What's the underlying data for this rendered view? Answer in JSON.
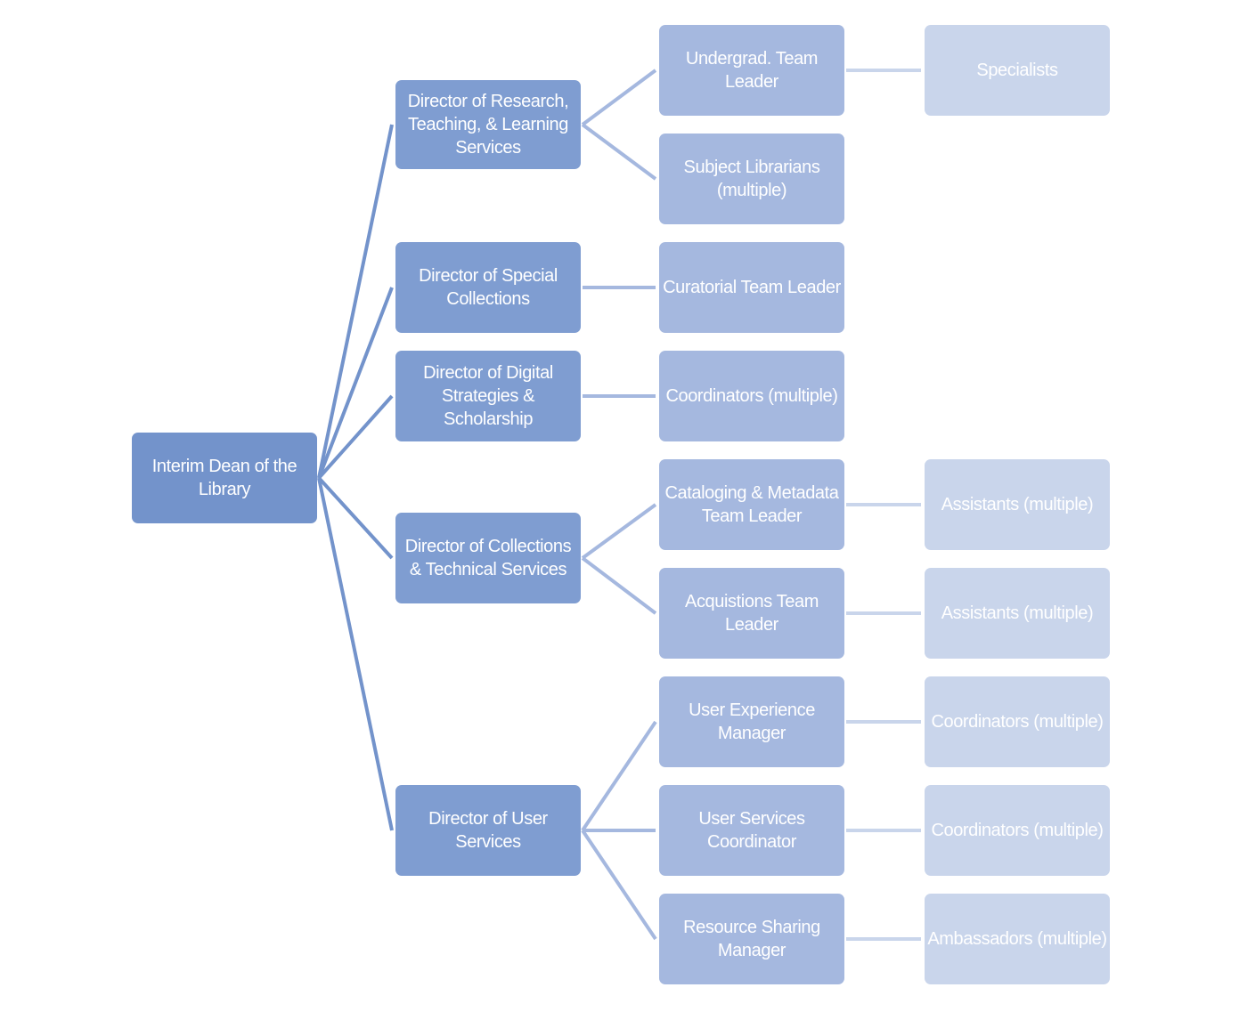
{
  "root": {
    "label": "Interim Dean of the Library"
  },
  "directors": [
    {
      "label": "Director of Research, Teaching, & Learning Services"
    },
    {
      "label": "Director of Special Collections"
    },
    {
      "label": "Director of Digital Strategies & Scholarship"
    },
    {
      "label": "Director of Collections & Technical Services"
    },
    {
      "label": "Director of User Services"
    }
  ],
  "teams": [
    {
      "label": "Undergrad. Team Leader"
    },
    {
      "label": "Subject Librarians (multiple)"
    },
    {
      "label": "Curatorial Team Leader"
    },
    {
      "label": "Coordinators (multiple)"
    },
    {
      "label": "Cataloging & Metadata Team Leader"
    },
    {
      "label": "Acquistions Team Leader"
    },
    {
      "label": "User Experience Manager"
    },
    {
      "label": "User Services Coordinator"
    },
    {
      "label": "Resource Sharing Manager"
    }
  ],
  "staff": [
    {
      "label": "Specialists"
    },
    {
      "label": "Assistants (multiple)"
    },
    {
      "label": "Assistants (multiple)"
    },
    {
      "label": "Coordinators (multiple)"
    },
    {
      "label": "Coordinators (multiple)"
    },
    {
      "label": "Ambassadors (multiple)"
    }
  ],
  "colors": {
    "root": "#7393cb",
    "director": "#7f9dd1",
    "team": "#a5b8df",
    "staff": "#c9d5eb"
  }
}
